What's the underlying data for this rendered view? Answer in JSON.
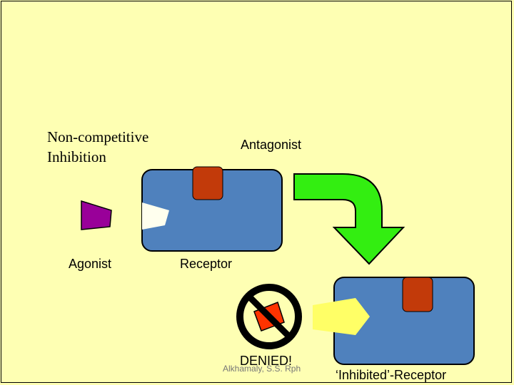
{
  "labels": {
    "title_line1": "Non-competitive",
    "title_line2": "Inhibition",
    "antagonist": "Antagonist",
    "agonist": "Agonist",
    "receptor": "Receptor",
    "denied": "DENIED!",
    "inhibited_receptor": "‘Inhibited’-Receptor",
    "footer": "Alkhamaly, S.S. Rph"
  },
  "colors": {
    "background": "#FEFFB3",
    "receptor": "#4F81BD",
    "antagonist": "#C23A0A",
    "agonist": "#990099",
    "binding_site_open": "#FFFFEE",
    "binding_site_deformed": "#FFFF66",
    "arrow": "#33EE11",
    "prohibition": "#000000",
    "blocked_agonist": "#FF3300"
  }
}
